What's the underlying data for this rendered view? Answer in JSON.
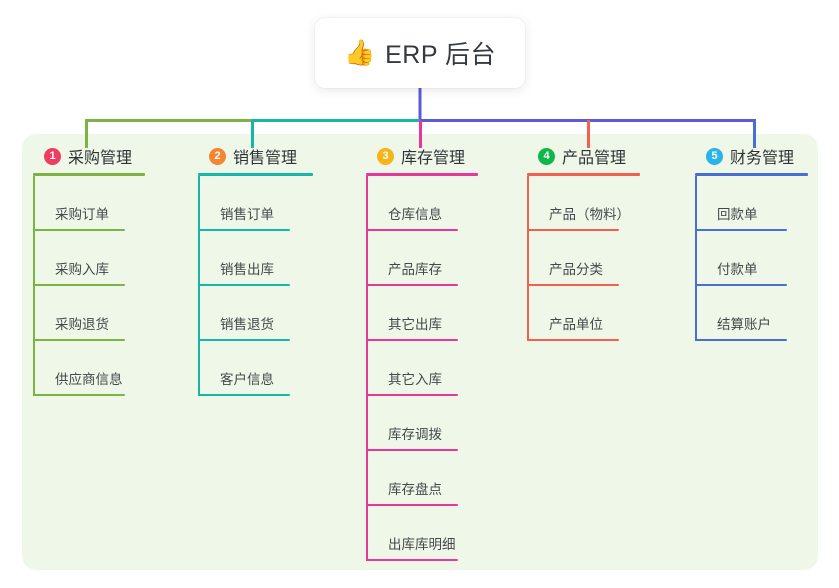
{
  "root": {
    "icon": "thumbs-up-icon",
    "emoji": "👍",
    "title": "ERP 后台"
  },
  "colors": {
    "panel_bg": "#eff8e8",
    "card_bg": "#ffffff",
    "bus_green": "#7cb342",
    "bus_teal": "#16b7a8",
    "bus_indigo": "#5b5bd6",
    "drop_pink": "#e8379a",
    "drop_red": "#f4604f",
    "drop_blue": "#4a6fd4",
    "drop_green": "#7cb342",
    "drop_teal": "#16b7a8"
  },
  "columns": [
    {
      "number": "1",
      "title": "采购管理",
      "badge_color": "#ee3c62",
      "line_color": "#7cb342",
      "items": [
        {
          "label": "采购订单"
        },
        {
          "label": "采购入库"
        },
        {
          "label": "采购退货"
        },
        {
          "label": "供应商信息"
        }
      ]
    },
    {
      "number": "2",
      "title": "销售管理",
      "badge_color": "#f5862f",
      "line_color": "#16b7a8",
      "items": [
        {
          "label": "销售订单"
        },
        {
          "label": "销售出库"
        },
        {
          "label": "销售退货"
        },
        {
          "label": "客户信息"
        }
      ]
    },
    {
      "number": "3",
      "title": "库存管理",
      "badge_color": "#f8b319",
      "line_color": "#e8379a",
      "items": [
        {
          "label": "仓库信息"
        },
        {
          "label": "产品库存"
        },
        {
          "label": "其它出库"
        },
        {
          "label": "其它入库"
        },
        {
          "label": "库存调拨"
        },
        {
          "label": "库存盘点"
        },
        {
          "label": "出库库明细"
        }
      ]
    },
    {
      "number": "4",
      "title": "产品管理",
      "badge_color": "#0fb84a",
      "line_color": "#f4604f",
      "items": [
        {
          "label": "产品（物料）"
        },
        {
          "label": "产品分类"
        },
        {
          "label": "产品单位"
        }
      ]
    },
    {
      "number": "5",
      "title": "财务管理",
      "badge_color": "#2ab3e8",
      "line_color": "#4a6fd4",
      "items": [
        {
          "label": "回款单"
        },
        {
          "label": "付款单"
        },
        {
          "label": "结算账户"
        }
      ]
    }
  ]
}
